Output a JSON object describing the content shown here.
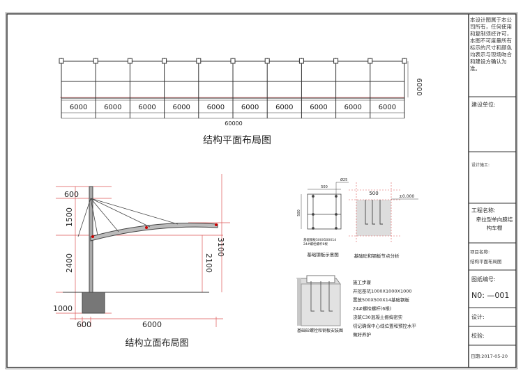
{
  "title_block": {
    "notice": "本设计图属于本公司所有，任何使用和复制须经许可，本图不可度量所有标示的尺寸和颜色均表示与现场吻合和建设方确认为准。",
    "client_label": "建设单位:",
    "design_label": "设计施工:",
    "project_label": "工程名称:",
    "project_name": "牵拉型单向膜结构车棚",
    "item_label": "项目名称:",
    "item_name": "结构平面布局图",
    "drawing_no_label": "图纸编号:",
    "drawing_no": "N0: —001",
    "designer_label": "设计:",
    "checker_label": "校验:",
    "date": "日期:2017-05-20"
  },
  "plan": {
    "bay_dims": [
      "6000",
      "6000",
      "6000",
      "6000",
      "6000",
      "6000",
      "6000",
      "6000",
      "6000",
      "6000"
    ],
    "total": "60000",
    "depth": "6000",
    "title": "结构平面布局图"
  },
  "elevation": {
    "dims": {
      "d600_top": "600",
      "d1500": "1500",
      "d2400": "2400",
      "d1000": "1000",
      "d3100": "3100",
      "d2100": "2100",
      "d600_bottom": "600",
      "d6000": "6000"
    },
    "title": "结构立面布局图"
  },
  "details": {
    "plate_dim": "500",
    "plate_side": "500",
    "bolt_note": "Ø25",
    "plate_note": "基础钢板500X500X14\n24#螺栓螺杆6根",
    "plate_title": "基础钢板示意图",
    "node_dim": "500",
    "level": "±0.000",
    "node_title": "基础砼和钢板节点分析",
    "install_title": "基础砼螺栓和钢板安装图",
    "steps": [
      "施工步骤",
      "开挖基坑1000X1000X1000",
      "置放500X500X14基础钢板",
      "24#螺栓螺杆(6根)",
      "浇筑C30混凝土振捣密实",
      "切记确保中心线位置和预控水平",
      "做好养护"
    ]
  }
}
